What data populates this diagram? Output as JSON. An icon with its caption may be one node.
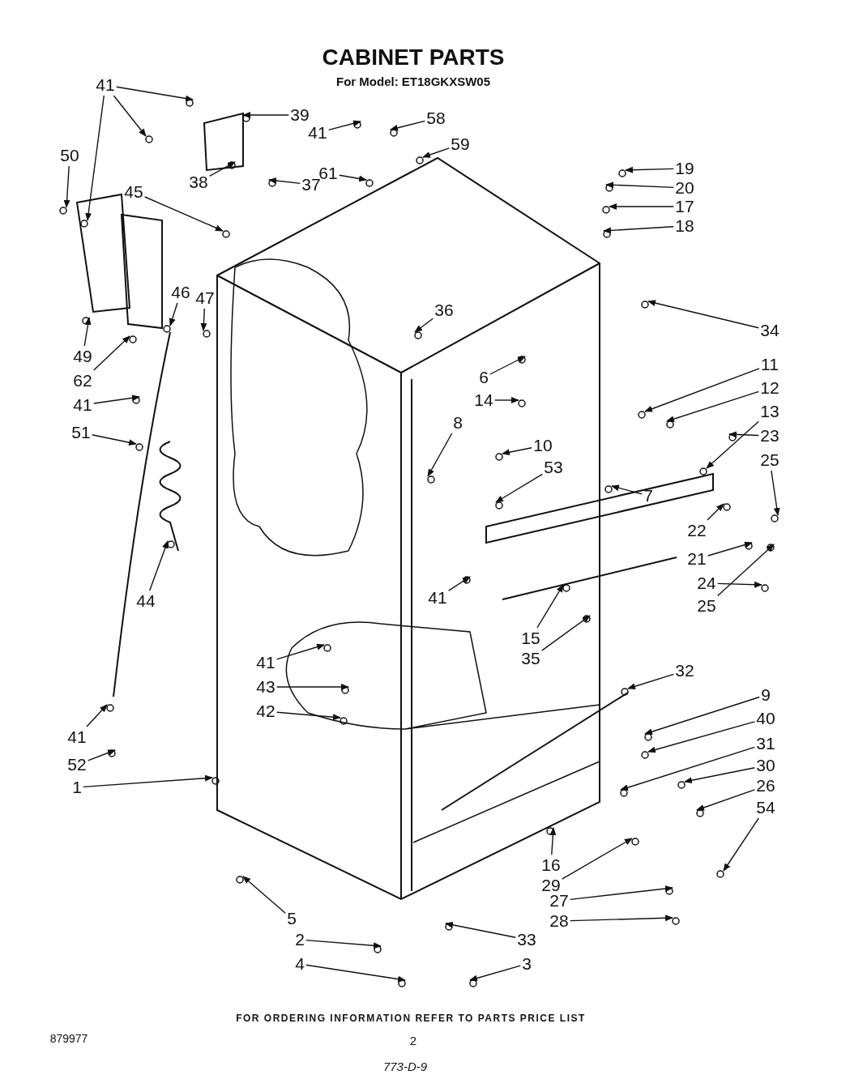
{
  "diagram": {
    "title": "CABINET PARTS",
    "nodes": [
      {
        "text": [
          "41"
        ]
      },
      {
        "text": [
          "39"
        ]
      },
      {
        "text": [
          "41"
        ]
      },
      {
        "text": [
          "58"
        ]
      },
      {
        "text": [
          "59"
        ]
      },
      {
        "text": [
          "61"
        ]
      },
      {
        "text": [
          "50"
        ]
      },
      {
        "text": [
          "45"
        ]
      },
      {
        "text": [
          "38"
        ]
      },
      {
        "text": [
          "37"
        ]
      },
      {
        "text": [
          "19"
        ]
      },
      {
        "text": [
          "20"
        ]
      },
      {
        "text": [
          "17"
        ]
      },
      {
        "text": [
          "18"
        ]
      },
      {
        "text": [
          "34"
        ]
      },
      {
        "text": [
          "36"
        ]
      },
      {
        "text": [
          "46"
        ]
      },
      {
        "text": [
          "47"
        ]
      },
      {
        "text": [
          "49"
        ]
      },
      {
        "text": [
          "62"
        ]
      },
      {
        "text": [
          "41"
        ]
      },
      {
        "text": [
          "51"
        ]
      },
      {
        "text": [
          "6"
        ]
      },
      {
        "text": [
          "14"
        ]
      },
      {
        "text": [
          "11"
        ]
      },
      {
        "text": [
          "12"
        ]
      },
      {
        "text": [
          "13"
        ]
      },
      {
        "text": [
          "23"
        ]
      },
      {
        "text": [
          "25"
        ]
      },
      {
        "text": [
          "8"
        ]
      },
      {
        "text": [
          "10"
        ]
      },
      {
        "text": [
          "53"
        ]
      },
      {
        "text": [
          "7"
        ]
      },
      {
        "text": [
          "22"
        ]
      },
      {
        "text": [
          "21"
        ]
      },
      {
        "text": [
          "24"
        ]
      },
      {
        "text": [
          "25"
        ]
      },
      {
        "text": [
          "44"
        ]
      },
      {
        "text": [
          "41"
        ]
      },
      {
        "text": [
          "15"
        ]
      },
      {
        "text": [
          "35"
        ]
      },
      {
        "text": [
          "41"
        ]
      },
      {
        "text": [
          "43"
        ]
      },
      {
        "text": [
          "42"
        ]
      },
      {
        "text": [
          "32"
        ]
      },
      {
        "text": [
          "9"
        ]
      },
      {
        "text": [
          "40"
        ]
      },
      {
        "text": [
          "31"
        ]
      },
      {
        "text": [
          "30"
        ]
      },
      {
        "text": [
          "26"
        ]
      },
      {
        "text": [
          "54"
        ]
      },
      {
        "text": [
          "41"
        ]
      },
      {
        "text": [
          "52"
        ]
      },
      {
        "text": [
          "1"
        ]
      },
      {
        "text": [
          "16"
        ]
      },
      {
        "text": [
          "29"
        ]
      },
      {
        "text": [
          "27"
        ]
      },
      {
        "text": [
          "28"
        ]
      },
      {
        "text": [
          "5"
        ]
      },
      {
        "text": [
          "33"
        ]
      },
      {
        "text": [
          "2"
        ]
      },
      {
        "text": [
          "3"
        ]
      },
      {
        "text": [
          "4"
        ]
      }
    ],
    "edges": [
      {
        "from": 0,
        "to": null,
        "arrow": "to"
      },
      {
        "from": 0,
        "to": null,
        "arrow": "to"
      },
      {
        "from": 0,
        "to": null,
        "arrow": "to"
      },
      {
        "from": 1,
        "to": null,
        "arrow": "to"
      },
      {
        "from": 2,
        "to": null,
        "arrow": "to"
      },
      {
        "from": 3,
        "to": null,
        "arrow": "to"
      },
      {
        "from": 4,
        "to": null,
        "arrow": "to"
      },
      {
        "from": 5,
        "to": null,
        "arrow": "to"
      },
      {
        "from": 6,
        "to": null,
        "arrow": "to"
      },
      {
        "from": 7,
        "to": null,
        "arrow": "to"
      },
      {
        "from": 8,
        "to": null,
        "arrow": "to"
      },
      {
        "from": 9,
        "to": null,
        "arrow": "to"
      },
      {
        "from": 10,
        "to": null,
        "arrow": "to"
      },
      {
        "from": 11,
        "to": null,
        "arrow": "to"
      },
      {
        "from": 12,
        "to": null,
        "arrow": "to"
      },
      {
        "from": 13,
        "to": null,
        "arrow": "to"
      },
      {
        "from": 14,
        "to": null,
        "arrow": "to"
      },
      {
        "from": 15,
        "to": null,
        "arrow": "to"
      },
      {
        "from": 16,
        "to": null,
        "arrow": "to"
      },
      {
        "from": 17,
        "to": null,
        "arrow": "to"
      },
      {
        "from": 18,
        "to": null,
        "arrow": "to"
      },
      {
        "from": 19,
        "to": null,
        "arrow": "to"
      },
      {
        "from": 20,
        "to": null,
        "arrow": "to"
      },
      {
        "from": 21,
        "to": null,
        "arrow": "to"
      },
      {
        "from": 22,
        "to": null,
        "arrow": "to"
      },
      {
        "from": 23,
        "to": null,
        "arrow": "to"
      },
      {
        "from": 24,
        "to": null,
        "arrow": "to"
      },
      {
        "from": 25,
        "to": null,
        "arrow": "to"
      },
      {
        "from": 26,
        "to": null,
        "arrow": "to"
      },
      {
        "from": 27,
        "to": null,
        "arrow": "to"
      },
      {
        "from": 28,
        "to": null,
        "arrow": "to"
      },
      {
        "from": 29,
        "to": null,
        "arrow": "to"
      },
      {
        "from": 30,
        "to": null,
        "arrow": "to"
      },
      {
        "from": 31,
        "to": null,
        "arrow": "to"
      },
      {
        "from": 32,
        "to": null,
        "arrow": "to"
      },
      {
        "from": 33,
        "to": null,
        "arrow": "to"
      },
      {
        "from": 34,
        "to": null,
        "arrow": "to"
      },
      {
        "from": 35,
        "to": null,
        "arrow": "to"
      },
      {
        "from": 36,
        "to": null,
        "arrow": "to"
      },
      {
        "from": 37,
        "to": null,
        "arrow": "to"
      },
      {
        "from": 38,
        "to": null,
        "arrow": "to"
      },
      {
        "from": 39,
        "to": null,
        "arrow": "to"
      },
      {
        "from": 40,
        "to": null,
        "arrow": "to"
      },
      {
        "from": 41,
        "to": null,
        "arrow": "to"
      },
      {
        "from": 42,
        "to": null,
        "arrow": "to"
      },
      {
        "from": 43,
        "to": null,
        "arrow": "to"
      },
      {
        "from": 44,
        "to": null,
        "arrow": "to"
      },
      {
        "from": 45,
        "to": null,
        "arrow": "to"
      },
      {
        "from": 46,
        "to": null,
        "arrow": "to"
      },
      {
        "from": 47,
        "to": null,
        "arrow": "to"
      },
      {
        "from": 48,
        "to": null,
        "arrow": "to"
      },
      {
        "from": 49,
        "to": null,
        "arrow": "to"
      },
      {
        "from": 50,
        "to": null,
        "arrow": "to"
      },
      {
        "from": 51,
        "to": null,
        "arrow": "to"
      },
      {
        "from": 52,
        "to": null,
        "arrow": "to"
      },
      {
        "from": 53,
        "to": null,
        "arrow": "to"
      },
      {
        "from": 54,
        "to": null,
        "arrow": "to"
      },
      {
        "from": 55,
        "to": null,
        "arrow": "to"
      },
      {
        "from": 56,
        "to": null,
        "arrow": "to"
      },
      {
        "from": 57,
        "to": null,
        "arrow": "to"
      },
      {
        "from": 58,
        "to": null,
        "arrow": "to"
      },
      {
        "from": 59,
        "to": null,
        "arrow": "to"
      },
      {
        "from": 60,
        "to": null,
        "arrow": "to"
      },
      {
        "from": 61,
        "to": null,
        "arrow": "to"
      },
      {
        "from": 62,
        "to": null,
        "arrow": "to"
      }
    ],
    "labels": [
      "For Model: ET18GKXSW05",
      "FOR ORDERING INFORMATION REFER TO PARTS PRICE LIST",
      "879977",
      "2",
      "773-D-9"
    ]
  }
}
